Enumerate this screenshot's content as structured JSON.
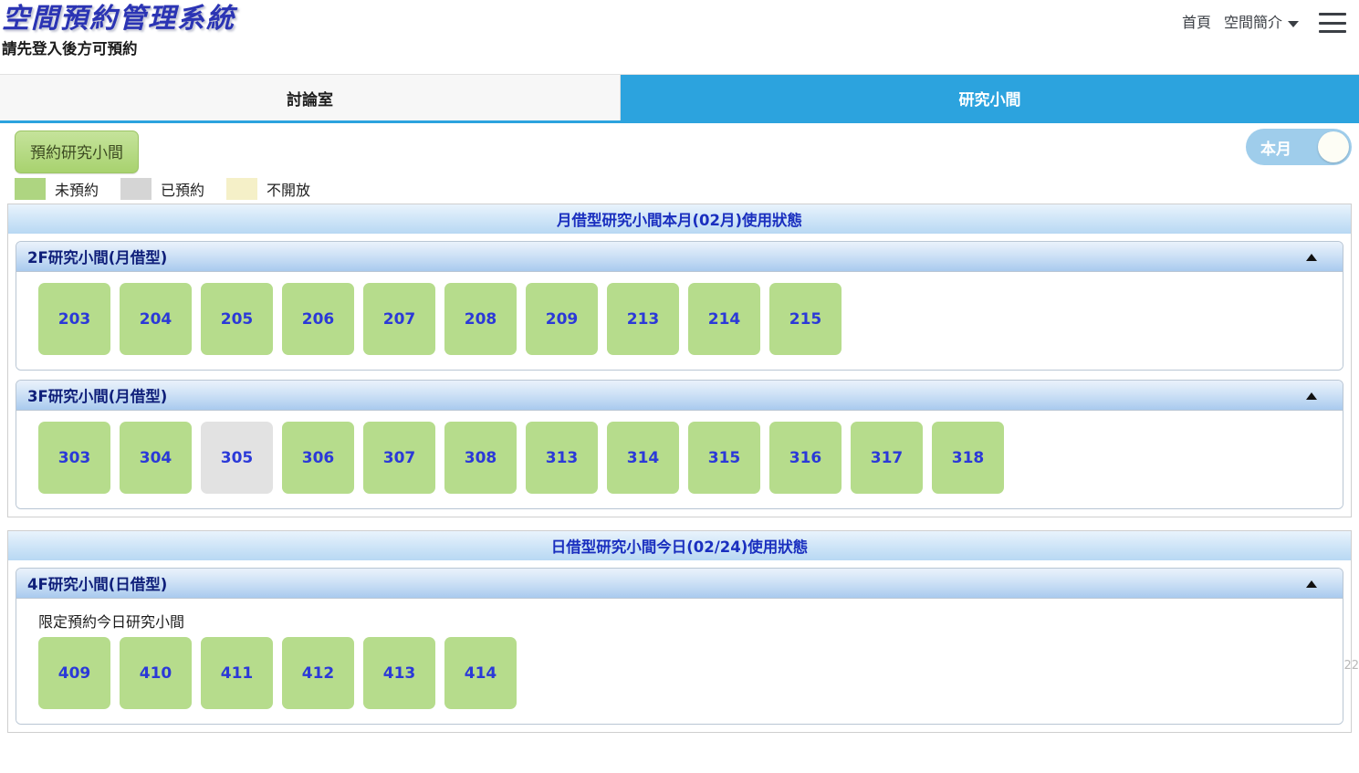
{
  "header": {
    "brand_title": "空間預約管理系統",
    "brand_subtitle": "請先登入後方可預約",
    "nav": {
      "home": "首頁",
      "intro": "空間簡介",
      "chevron_icon": "chevron-down-icon",
      "menu_icon": "hamburger-menu-icon"
    }
  },
  "tabs": [
    {
      "label": "討論室",
      "active": false
    },
    {
      "label": "研究小間",
      "active": true
    }
  ],
  "toolbar": {
    "reserve_button": "預約研究小間",
    "legend": [
      {
        "label": "未預約",
        "state": "free",
        "color": "#aed581"
      },
      {
        "label": "已預約",
        "state": "booked",
        "color": "#d5d5d5"
      },
      {
        "label": "不開放",
        "state": "closed",
        "color": "#f5f0c8"
      }
    ],
    "toggle": {
      "label": "本月",
      "on": true
    }
  },
  "sections": [
    {
      "title": "月借型研究小間本月(02月)使用狀態",
      "panels": [
        {
          "title": "2F研究小間(月借型)",
          "collapse_icon": "caret-up-icon",
          "note": "",
          "rooms": [
            {
              "number": "203",
              "state": "free"
            },
            {
              "number": "204",
              "state": "free"
            },
            {
              "number": "205",
              "state": "free"
            },
            {
              "number": "206",
              "state": "free"
            },
            {
              "number": "207",
              "state": "free"
            },
            {
              "number": "208",
              "state": "free"
            },
            {
              "number": "209",
              "state": "free"
            },
            {
              "number": "213",
              "state": "free"
            },
            {
              "number": "214",
              "state": "free"
            },
            {
              "number": "215",
              "state": "free"
            }
          ]
        },
        {
          "title": "3F研究小間(月借型)",
          "collapse_icon": "caret-up-icon",
          "note": "",
          "rooms": [
            {
              "number": "303",
              "state": "free"
            },
            {
              "number": "304",
              "state": "free"
            },
            {
              "number": "305",
              "state": "booked"
            },
            {
              "number": "306",
              "state": "free"
            },
            {
              "number": "307",
              "state": "free"
            },
            {
              "number": "308",
              "state": "free"
            },
            {
              "number": "313",
              "state": "free"
            },
            {
              "number": "314",
              "state": "free"
            },
            {
              "number": "315",
              "state": "free"
            },
            {
              "number": "316",
              "state": "free"
            },
            {
              "number": "317",
              "state": "free"
            },
            {
              "number": "318",
              "state": "free"
            }
          ]
        }
      ]
    },
    {
      "title": "日借型研究小間今日(02/24)使用狀態",
      "panels": [
        {
          "title": "4F研究小間(日借型)",
          "collapse_icon": "caret-up-icon",
          "note": "限定預約今日研究小間",
          "rooms": [
            {
              "number": "409",
              "state": "free"
            },
            {
              "number": "410",
              "state": "free"
            },
            {
              "number": "411",
              "state": "free"
            },
            {
              "number": "412",
              "state": "free"
            },
            {
              "number": "413",
              "state": "free"
            },
            {
              "number": "414",
              "state": "free"
            }
          ]
        }
      ]
    }
  ],
  "edge_text": "22"
}
